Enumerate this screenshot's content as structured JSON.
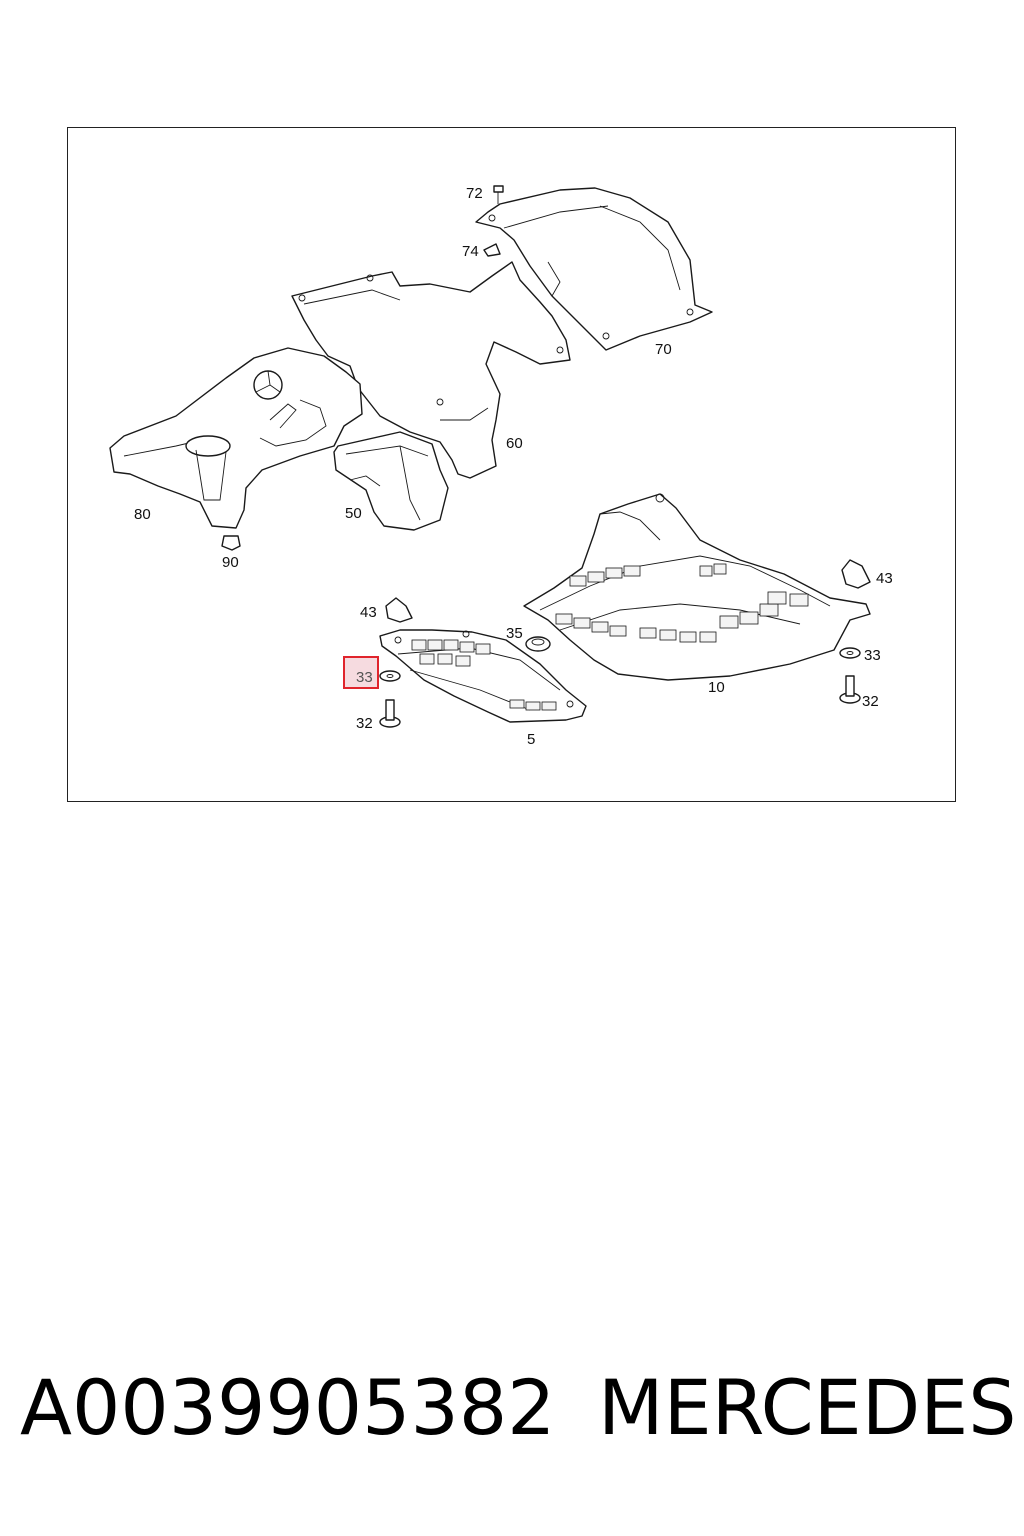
{
  "diagram": {
    "callouts": {
      "c72": "72",
      "c74": "74",
      "c70": "70",
      "c60": "60",
      "c80": "80",
      "c50": "50",
      "c90": "90",
      "c43a": "43",
      "c43b": "43",
      "c35": "35",
      "c33a": "33",
      "c33b": "33",
      "c32a": "32",
      "c32b": "32",
      "c10": "10",
      "c5": "5"
    },
    "highlighted_callout": "33",
    "highlight_color": "#e0242c"
  },
  "footer": {
    "part_number": "A0039905382",
    "brand": "MERCEDES"
  }
}
